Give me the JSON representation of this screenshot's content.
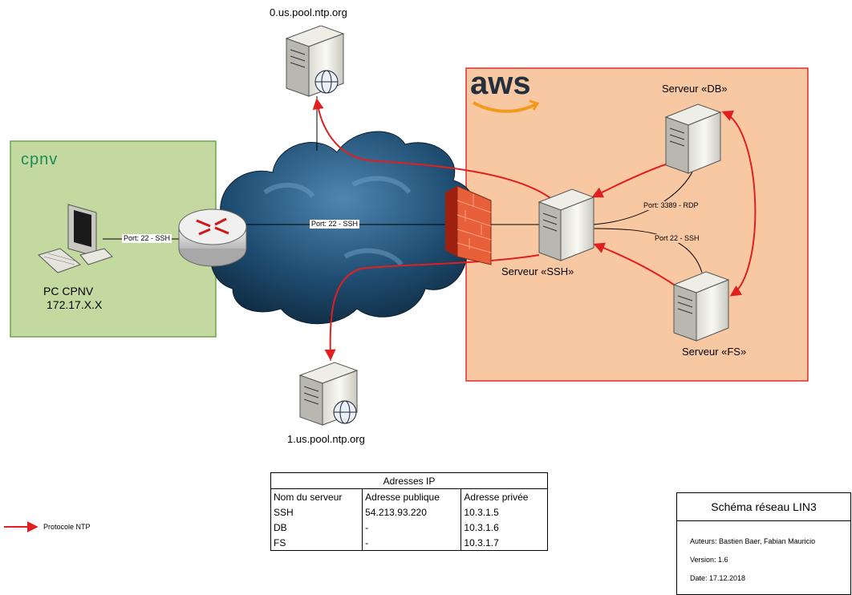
{
  "ntp_servers": {
    "top": "0.us.pool.ntp.org",
    "bottom": "1.us.pool.ntp.org"
  },
  "cpnv": {
    "logo": "cpnv",
    "pc_name": "PC CPNV",
    "pc_ip": "172.17.X.X",
    "link_label": "Port: 22 - SSH"
  },
  "internet": {
    "link_label": "Port: 22 - SSH"
  },
  "aws": {
    "logo": "aws",
    "ssh_server": "Serveur «SSH»",
    "db_server": "Serveur «DB»",
    "fs_server": "Serveur «FS»",
    "rdp_label": "Port: 3389 - RDP",
    "ssh_label": "Port 22 - SSH"
  },
  "legend": {
    "ntp": "Protocole NTP"
  },
  "ip_table": {
    "title": "Adresses IP",
    "headers": [
      "Nom du serveur",
      "Adresse publique",
      "Adresse privée"
    ],
    "rows": [
      [
        "SSH",
        "54.213.93.220",
        "10.3.1.5"
      ],
      [
        "DB",
        "-",
        "10.3.1.6"
      ],
      [
        "FS",
        "-",
        "10.3.1.7"
      ]
    ]
  },
  "title_block": {
    "title": "Schéma réseau LIN3",
    "authors": "Auteurs: Bastien Baer, Fabian Mauricio",
    "version": "Version: 1.6",
    "date": "Date: 17.12.2018"
  },
  "colors": {
    "cpnv_zone": "#c4d9a0",
    "aws_zone": "#f8c8a3",
    "ntp_arrow": "#e02020",
    "cloud": "#1e4a6e",
    "firewall": "#e8603a"
  }
}
